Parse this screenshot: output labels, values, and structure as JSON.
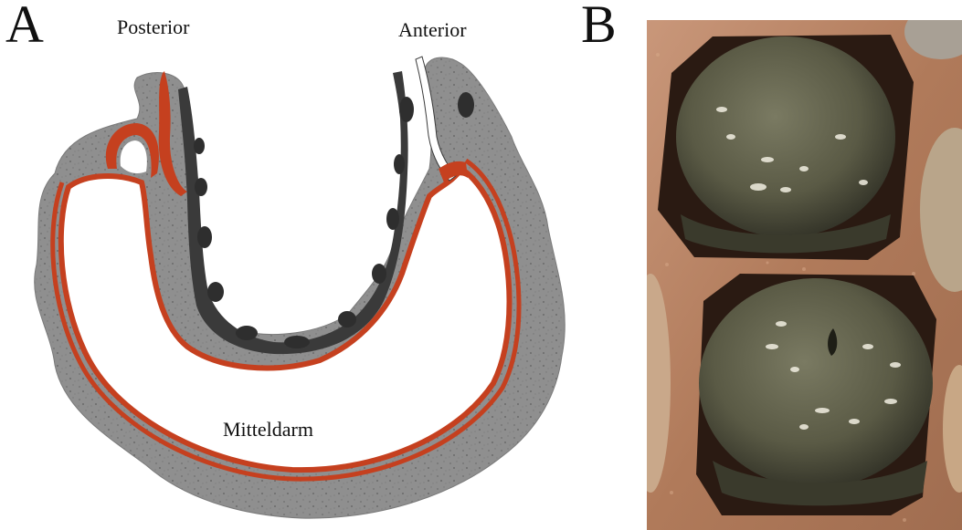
{
  "panel_a": {
    "letter": "A",
    "labels": {
      "posterior": "Posterior",
      "anterior": "Anterior",
      "midgut": "Mitteldarm"
    },
    "colors": {
      "tissue": "#8e8e8e",
      "tissue_speckle": "#6f6f6f",
      "epithelium": "#c5401f",
      "nerve_cord": "#3a3a3a",
      "lumen": "#ffffff"
    }
  },
  "panel_b": {
    "letter": "B",
    "colors": {
      "wax": "#b98463",
      "larva": "#5b5b46",
      "cell_shadow": "#2a1a12"
    }
  }
}
